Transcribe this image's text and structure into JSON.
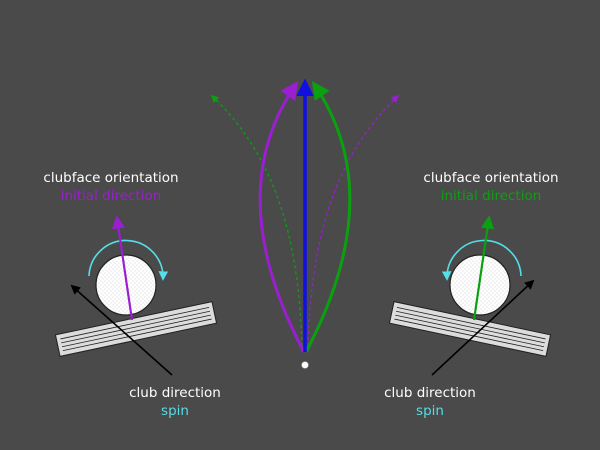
{
  "left_panel": {
    "clubface_label": "clubface orientation",
    "initial_direction_label": "initial direction",
    "club_direction_label": "club direction",
    "spin_label": "spin"
  },
  "right_panel": {
    "clubface_label": "clubface orientation",
    "initial_direction_label": "initial direction",
    "club_direction_label": "club direction",
    "spin_label": "spin"
  },
  "colors": {
    "background": "#4a4a4a",
    "white_text": "#ffffff",
    "purple": "#9a1fd0",
    "green": "#0aa010",
    "blue": "#1010e0",
    "cyan": "#55dde8",
    "black": "#000000",
    "clubhead_fill": "#dcdcdc"
  }
}
